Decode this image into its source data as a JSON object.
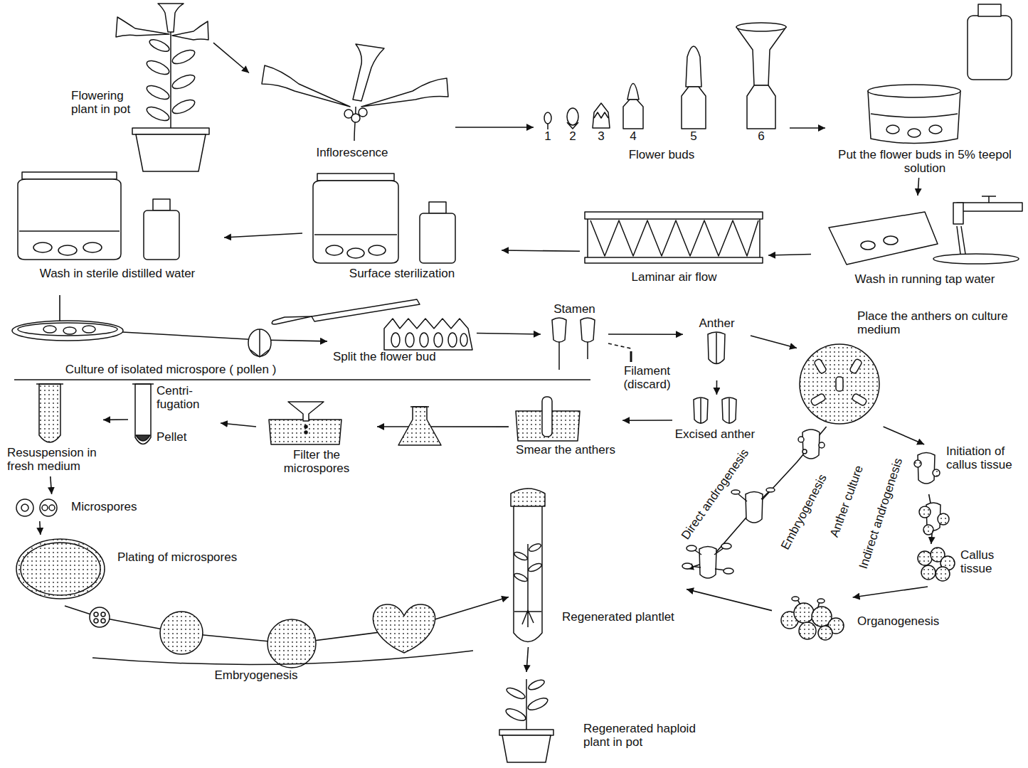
{
  "diagram": {
    "nodes": [
      {
        "text": [
          "Flowering plant in pot"
        ]
      },
      {
        "text": [
          "Inflorescence"
        ]
      },
      {
        "text": [
          "Flower buds"
        ]
      },
      {
        "text": [
          "Put the flower buds in 5% teepol solution"
        ]
      },
      {
        "text": [
          "Wash in running tap water"
        ]
      },
      {
        "text": [
          "Laminar air flow"
        ]
      },
      {
        "text": [
          "Surface sterilization"
        ]
      },
      {
        "text": [
          "Wash in sterile distilled water"
        ]
      },
      {
        "text": [
          "Split the flower bud"
        ]
      },
      {
        "text": [
          "Stamen"
        ]
      },
      {
        "text": [
          "Filament (discard)"
        ]
      },
      {
        "text": [
          "Anther"
        ]
      },
      {
        "text": [
          "Place the anthers on culture medium"
        ]
      },
      {
        "text": [
          "Excised anther"
        ]
      },
      {
        "text": [
          "Smear the anthers"
        ]
      },
      {
        "text": [
          "Filter the microspores"
        ]
      },
      {
        "text": [
          "Centri- fugation",
          "Pellet"
        ]
      },
      {
        "text": [
          "Resuspension in fresh medium"
        ]
      },
      {
        "text": [
          "Microspores"
        ]
      },
      {
        "text": [
          "Plating of microspores"
        ]
      },
      {
        "text": [
          "Regenerated plantlet"
        ]
      },
      {
        "text": [
          "Initiation of callus tissue"
        ]
      },
      {
        "text": [
          "Callus tissue"
        ]
      },
      {
        "text": [
          "Organogenesis"
        ]
      },
      {
        "text": [
          "Regenerated haploid plant in pot"
        ]
      }
    ],
    "edges": [
      {
        "from": 0,
        "to": 1,
        "arrow": "to"
      },
      {
        "from": 1,
        "to": 2,
        "arrow": "to"
      },
      {
        "from": 2,
        "to": 3,
        "arrow": "to"
      },
      {
        "from": 3,
        "to": 4,
        "arrow": "to"
      },
      {
        "from": 4,
        "to": 5,
        "arrow": "to"
      },
      {
        "from": 5,
        "to": 6,
        "arrow": "to"
      },
      {
        "from": 6,
        "to": 7,
        "arrow": "to"
      },
      {
        "from": 7,
        "to": 8,
        "arrow": "to"
      },
      {
        "from": 8,
        "to": 9,
        "arrow": "to"
      },
      {
        "from": 9,
        "to": 11,
        "arrow": "to"
      },
      {
        "from": 9,
        "to": 10,
        "arrow": "none"
      },
      {
        "from": 11,
        "to": 12,
        "arrow": "to"
      },
      {
        "from": 11,
        "to": 13,
        "arrow": "to"
      },
      {
        "from": 13,
        "to": 14,
        "arrow": "to"
      },
      {
        "from": 14,
        "to": 15,
        "arrow": "to"
      },
      {
        "from": 15,
        "to": 16,
        "arrow": "to"
      },
      {
        "from": 16,
        "to": 17,
        "arrow": "to"
      },
      {
        "from": 17,
        "to": 18,
        "arrow": "to"
      },
      {
        "from": 18,
        "to": 19,
        "arrow": "to"
      },
      {
        "from": 19,
        "to": 20,
        "arrow": "to"
      },
      {
        "from": 12,
        "to": 20,
        "arrow": "to"
      },
      {
        "from": 12,
        "to": 21,
        "arrow": "to"
      },
      {
        "from": 21,
        "to": 22,
        "arrow": "to"
      },
      {
        "from": 22,
        "to": 23,
        "arrow": "to"
      },
      {
        "from": 23,
        "to": 20,
        "arrow": "to"
      },
      {
        "from": 20,
        "to": 24,
        "arrow": "to"
      }
    ],
    "labels": [
      "1",
      "2",
      "3",
      "4",
      "5",
      "6",
      "Culture of isolated microspore ( pollen )",
      "Direct androgenesis",
      "Embryogenesis",
      "Anther culture",
      "Indirect androgenesis",
      "Embryogenesis"
    ]
  }
}
